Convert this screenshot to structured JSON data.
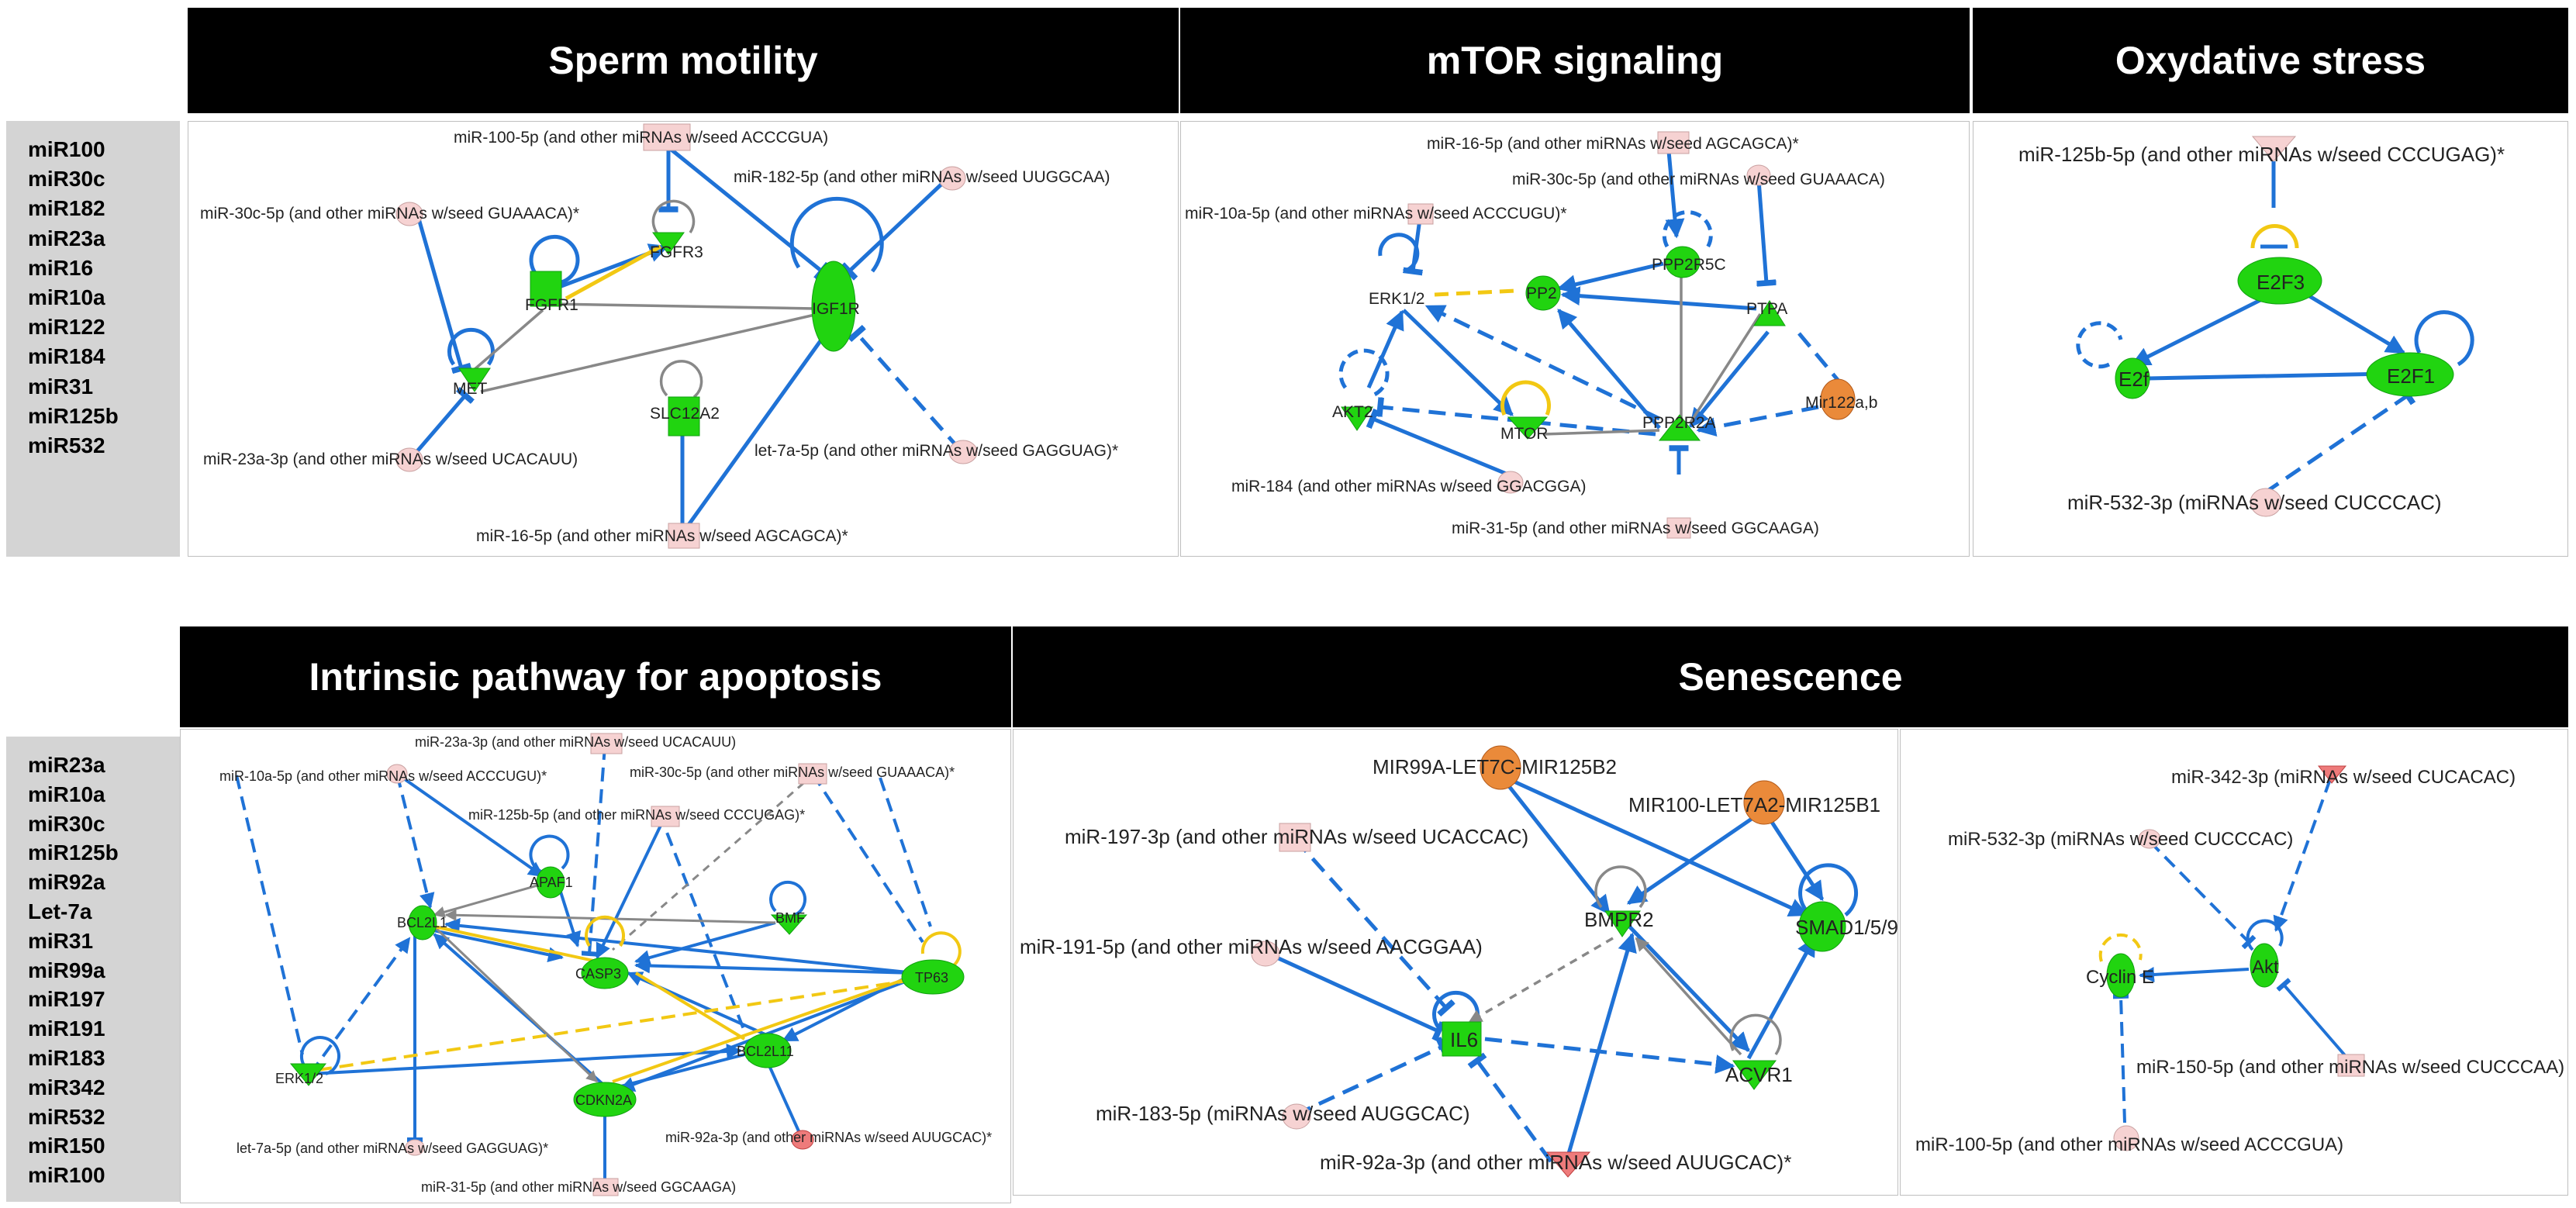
{
  "headers": {
    "sperm_motility": "Sperm motility",
    "mtor_signaling": "mTOR signaling",
    "oxydative_stress": "Oxydative stress",
    "intrinsic_apoptosis": "Intrinsic pathway for apoptosis",
    "senescence": "Senescence"
  },
  "mirna_list_top": [
    "miR100",
    "miR30c",
    "miR182",
    "miR23a",
    "miR16",
    "miR10a",
    "miR122",
    "miR184",
    "miR31",
    "miR125b",
    "miR532"
  ],
  "mirna_list_bottom": [
    "miR23a",
    "miR10a",
    "miR30c",
    "miR125b",
    "miR92a",
    "Let-7a",
    "miR31",
    "miR99a",
    "miR197",
    "miR191",
    "miR183",
    "miR342",
    "miR532",
    "miR150",
    "miR100"
  ],
  "colors": {
    "gene_node": "#21d410",
    "mirna_node": "#f6d2d2",
    "mirna_node_strong": "#ee7b7b",
    "precursor_node": "#ea8a3a",
    "edge_blue": "#1f72d6",
    "edge_gray": "#888888",
    "edge_yellow": "#f2c813"
  },
  "labels": {
    "sm_mir100": "miR-100-5p (and other miRNAs w/seed ACCCGUA)",
    "sm_mir182": "miR-182-5p (and other miRNAs w/seed UUGGCAA)",
    "sm_mir30c": "miR-30c-5p (and other miRNAs w/seed GUAAACA)*",
    "sm_fgfr3": "FGFR3",
    "sm_fgfr1": "FGFR1",
    "sm_igf1r": "IGF1R",
    "sm_met": "MET",
    "sm_slc12a2": "SLC12A2",
    "sm_let7a": "let-7a-5p (and other miRNAs w/seed GAGGUAG)*",
    "sm_mir23a": "miR-23a-3p (and other miRNAs w/seed UCACAUU)",
    "sm_mir16": "miR-16-5p (and other miRNAs w/seed AGCAGCA)*",
    "mt_mir16": "miR-16-5p (and other miRNAs w/seed AGCAGCA)*",
    "mt_mir30c": "miR-30c-5p (and other miRNAs w/seed GUAAACA)",
    "mt_mir10a": "miR-10a-5p (and other miRNAs w/seed ACCCUGU)*",
    "mt_pp2r5c": "PPP2R5C",
    "mt_erk": "ERK1/2",
    "mt_pp2": "PP2",
    "mt_ptpa": "PTPA",
    "mt_akt": "AKT2",
    "mt_mtor": "MTOR",
    "mt_pp2r2a": "PPP2R2A",
    "mt_mir122": "Mir122a,b",
    "mt_mir184": "miR-184 (and other miRNAs w/seed GGACGGA)",
    "mt_mir31": "miR-31-5p (and other miRNAs w/seed GGCAAGA)",
    "ox_mir125b": "miR-125b-5p (and other miRNAs w/seed CCCUGAG)*",
    "ox_e2f3": "E2F3",
    "ox_e2f": "E2f",
    "ox_e2f1": "E2F1",
    "ox_mir532": "miR-532-3p (miRNAs w/seed CUCCCAC)",
    "ap_mir23a": "miR-23a-3p (and other miRNAs w/seed UCACAUU)",
    "ap_mir10a": "miR-10a-5p (and other miRNAs w/seed ACCCUGU)*",
    "ap_mir30c": "miR-30c-5p (and other miRNAs w/seed GUAAACA)*",
    "ap_mir125b": "miR-125b-5p (and other miRNAs w/seed CCCUGAG)*",
    "ap_apaf1": "APAF1",
    "ap_bcl2l1": "BCL2L1",
    "ap_bmf": "BMF",
    "ap_casp3": "CASP3",
    "ap_tp63": "TP63",
    "ap_bcl2l11": "BCL2L11",
    "ap_erk": "ERK1/2",
    "ap_cdkn2a": "CDKN2A",
    "ap_let7a": "let-7a-5p (and other miRNAs w/seed GAGGUAG)*",
    "ap_mir92a": "miR-92a-3p (and other miRNAs w/seed AUUGCAC)*",
    "ap_mir31": "miR-31-5p (and other miRNAs w/seed GGCAAGA)",
    "se_mir99a_host": "MIR99A-LET7C-MIR125B2",
    "se_mir100_host": "MIR100-LET7A2-MIR125B1",
    "se_mir197": "miR-197-3p (and other miRNAs w/seed UCACCAC)",
    "se_bmpr2": "BMPR2",
    "se_smad": "SMAD1/5/9",
    "se_mir191": "miR-191-5p (and other miRNAs w/seed AACGGAA)",
    "se_il6": "IL6",
    "se_acvr1": "ACVR1",
    "se_mir183": "miR-183-5p (miRNAs w/seed AUGGCAC)",
    "se_mir92a": "miR-92a-3p (and other miRNAs w/seed AUUGCAC)*",
    "se_mir342": "miR-342-3p (miRNAs w/seed CUCACAC)",
    "se_mir532": "miR-532-3p (miRNAs w/seed CUCCCAC)",
    "se_cycline": "Cyclin E",
    "se_akt": "Akt",
    "se_mir150": "miR-150-5p (and other miRNAs w/seed CUCCCAA)",
    "se_mir100": "miR-100-5p (and other miRNAs w/seed ACCCGUA)"
  }
}
